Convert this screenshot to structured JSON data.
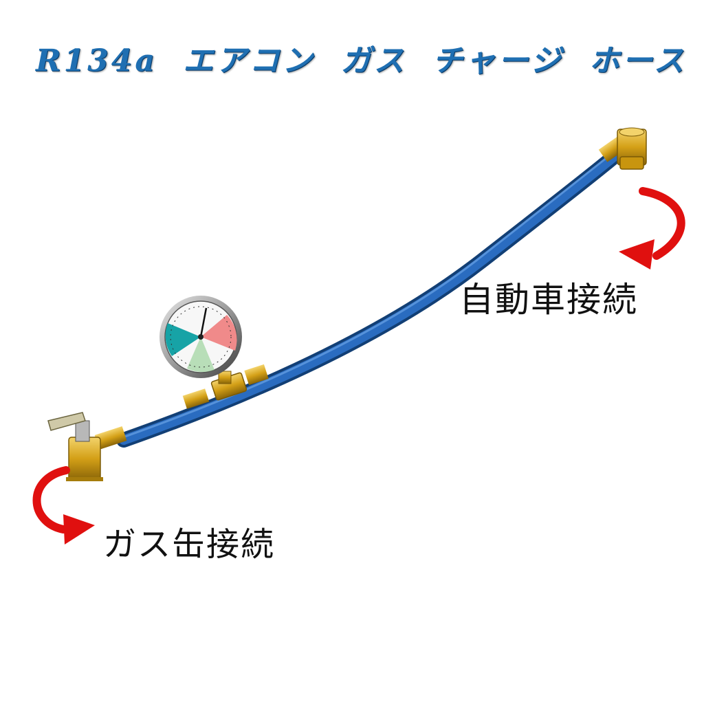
{
  "title": "R134a エアコン ガス チャージ ホース",
  "labels": {
    "car_connection": "自動車接続",
    "can_connection": "ガス缶接続"
  },
  "colors": {
    "title": "#1f6fb2",
    "hose": "#1f5fa6",
    "brass": "#d4a017",
    "arrow": "#e0100f"
  },
  "icons": [
    "pressure-gauge-icon",
    "red-curved-arrow-icon"
  ]
}
